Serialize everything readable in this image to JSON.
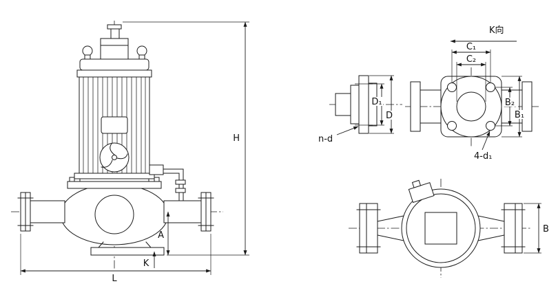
{
  "drawing": {
    "colors": {
      "line": "#1a1a1a",
      "background": "#ffffff"
    },
    "labels": {
      "h": "H",
      "a": "A",
      "l": "L",
      "k": "K",
      "k_view": "K向",
      "c1": "C₁",
      "c2": "C₂",
      "d1": "D₁",
      "d": "D",
      "b1": "B₁",
      "b2": "B₂",
      "b": "B",
      "n_d": "n-d",
      "four_d1": "4-d₁"
    }
  }
}
